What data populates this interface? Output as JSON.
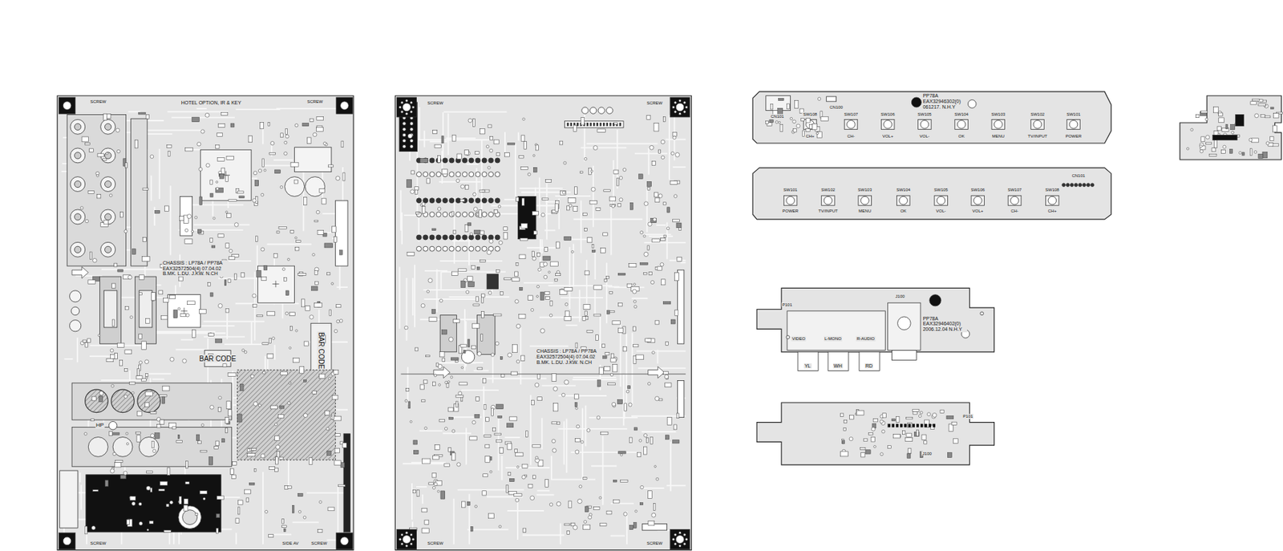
{
  "diagram": {
    "nodes": [
      {
        "text": [
          "CHASSIS : LP78A / PP78A EAX32572504(4) 07.04.02 B.MK. L.DU. J.KW. N.CH"
        ]
      },
      {
        "text": [
          "CHASSIS : LP78A / PP78A EAX32572504(4) 07.04.02 B.MK. L.DU. J.KW. N.CH"
        ]
      },
      {
        "text": [
          "PP78A EAX32946302(0) 061217. N.H.Y"
        ]
      },
      {
        "text": [
          "PP78A EAX32946402(0) 2006.12.04 N.H.Y"
        ]
      }
    ],
    "labels": [
      "HOTEL OPTION, IR & KEY",
      "SCREW",
      "SCREW",
      "SCREW",
      "SIDE AV",
      "SCREW",
      "BAR CODE",
      "BAR CODE",
      "HP",
      "SCREW",
      "SCREW",
      "SCREW",
      "SCREW",
      "CN101",
      "CN100",
      "SW108",
      "CH+",
      "SW107",
      "CH-",
      "SW106",
      "VOL+",
      "SW105",
      "VOL-",
      "SW104",
      "OK",
      "SW103",
      "MENU",
      "SW102",
      "TV/INPUT",
      "SW101",
      "POWER",
      "SW101",
      "POWER",
      "SW102",
      "TV/INPUT",
      "SW103",
      "MENU",
      "SW104",
      "OK",
      "SW105",
      "VOL-",
      "SW106",
      "VOL+",
      "SW107",
      "CH-",
      "SW108",
      "CH+",
      "CN101",
      "P101",
      "J100",
      "VIDEO",
      "L-MONO",
      "R-AUDIO",
      "YL",
      "WH",
      "RD",
      "P101",
      "J100"
    ]
  }
}
